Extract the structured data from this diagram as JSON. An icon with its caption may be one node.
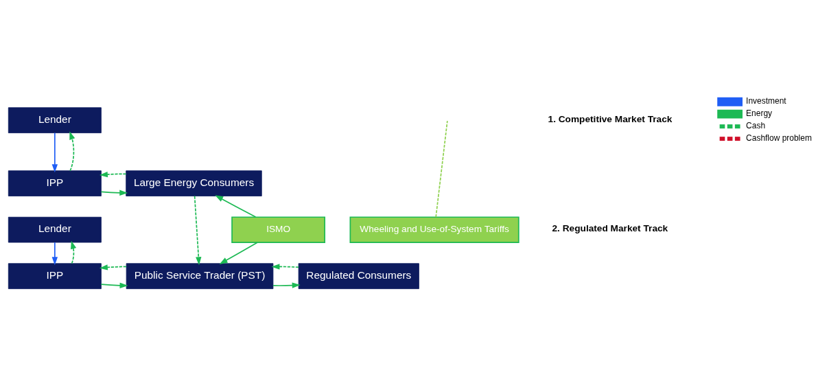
{
  "diagram": {
    "nodes": [
      {
        "text": [
          "Lender"
        ]
      },
      {
        "text": [
          "IPP"
        ]
      },
      {
        "text": [
          "Large Energy Consumers"
        ]
      },
      {
        "text": [
          "ISMO"
        ]
      },
      {
        "text": [
          "Wheeling and Use-of-System Tariffs"
        ]
      },
      {
        "text": [
          "Lender"
        ]
      },
      {
        "text": [
          "IPP"
        ]
      },
      {
        "text": [
          "Public Service Trader (PST)"
        ]
      },
      {
        "text": [
          "Regulated Consumers"
        ]
      }
    ],
    "edges": [
      {
        "from": 0,
        "to": 1,
        "arrow": "to",
        "color": "#1f5ef5"
      },
      {
        "from": 1,
        "to": 0,
        "arrow": "to",
        "style": "dashed"
      },
      {
        "from": 1,
        "to": 2,
        "arrow": "to"
      },
      {
        "from": 2,
        "to": 1,
        "arrow": "to",
        "style": "dashed"
      },
      {
        "from": 3,
        "to": 2,
        "arrow": "to"
      },
      {
        "from": 3,
        "to": 7,
        "arrow": "to"
      },
      {
        "from": 2,
        "to": 7,
        "arrow": "to",
        "style": "dashed"
      },
      {
        "from": 4,
        "to": null,
        "arrow": "none",
        "style": "dashed",
        "color": "#8fd14f"
      },
      {
        "from": 5,
        "to": 6,
        "arrow": "to",
        "color": "#1f5ef5"
      },
      {
        "from": 6,
        "to": 5,
        "arrow": "to",
        "style": "dashed"
      },
      {
        "from": 6,
        "to": 7,
        "arrow": "to"
      },
      {
        "from": 7,
        "to": 6,
        "arrow": "to",
        "style": "dashed"
      },
      {
        "from": 7,
        "to": 8,
        "arrow": "to"
      },
      {
        "from": 8,
        "to": 7,
        "arrow": "to",
        "style": "dashed"
      }
    ],
    "labels": [
      "1. Competitive Market Track",
      "2. Regulated Market Track"
    ],
    "legend": [
      {
        "text": "Investment"
      },
      {
        "text": "Energy"
      },
      {
        "text": "Cash"
      },
      {
        "text": "Cashflow problem"
      }
    ]
  }
}
